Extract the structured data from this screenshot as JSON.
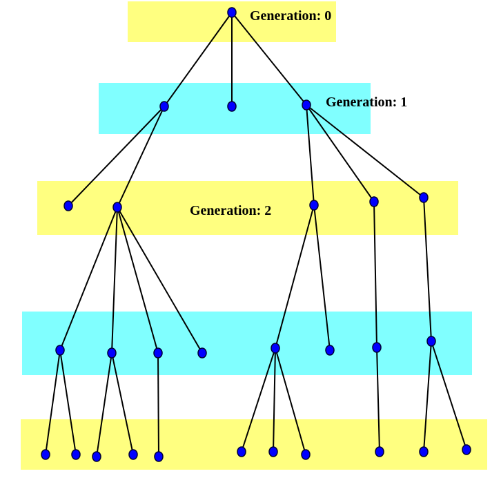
{
  "title": "Tree generations diagram",
  "colors": {
    "band_yellow": "#FFFF80",
    "band_cyan": "#80FFFF",
    "node_fill": "#0000FF",
    "node_stroke": "#000033",
    "edge": "#000000"
  },
  "bands": [
    {
      "generation": 0,
      "color": "yellow",
      "label": "Generation: 0"
    },
    {
      "generation": 1,
      "color": "cyan",
      "label": "Generation: 1"
    },
    {
      "generation": 2,
      "color": "yellow",
      "label": "Generation: 2"
    },
    {
      "generation": 3,
      "color": "cyan",
      "label": ""
    },
    {
      "generation": 4,
      "color": "yellow",
      "label": ""
    }
  ],
  "nodes": [
    {
      "id": "n0",
      "generation": 0
    },
    {
      "id": "n1a",
      "generation": 1,
      "parent": "n0"
    },
    {
      "id": "n1b",
      "generation": 1,
      "parent": "n0"
    },
    {
      "id": "n1c",
      "generation": 1,
      "parent": "n0"
    },
    {
      "id": "n2a",
      "generation": 2,
      "parent": "n1a"
    },
    {
      "id": "n2b",
      "generation": 2,
      "parent": "n1a"
    },
    {
      "id": "n2c",
      "generation": 2,
      "parent": "n1c"
    },
    {
      "id": "n2d",
      "generation": 2,
      "parent": "n1c"
    },
    {
      "id": "n2e",
      "generation": 2,
      "parent": "n1c"
    },
    {
      "id": "n3a",
      "generation": 3,
      "parent": "n2b"
    },
    {
      "id": "n3b",
      "generation": 3,
      "parent": "n2b"
    },
    {
      "id": "n3c",
      "generation": 3,
      "parent": "n2b"
    },
    {
      "id": "n3d",
      "generation": 3,
      "parent": "n2b"
    },
    {
      "id": "n3e",
      "generation": 3,
      "parent": "n2c"
    },
    {
      "id": "n3f",
      "generation": 3,
      "parent": "n2c"
    },
    {
      "id": "n3g",
      "generation": 3,
      "parent": "n2d"
    },
    {
      "id": "n3h",
      "generation": 3,
      "parent": "n2e"
    },
    {
      "id": "n4a",
      "generation": 4,
      "parent": "n3a"
    },
    {
      "id": "n4b",
      "generation": 4,
      "parent": "n3a"
    },
    {
      "id": "n4c",
      "generation": 4,
      "parent": "n3b"
    },
    {
      "id": "n4d",
      "generation": 4,
      "parent": "n3b"
    },
    {
      "id": "n4e",
      "generation": 4,
      "parent": "n3c"
    },
    {
      "id": "n4f",
      "generation": 4,
      "parent": "n3e"
    },
    {
      "id": "n4g",
      "generation": 4,
      "parent": "n3e"
    },
    {
      "id": "n4h",
      "generation": 4,
      "parent": "n3e"
    },
    {
      "id": "n4i",
      "generation": 4,
      "parent": "n3g"
    },
    {
      "id": "n4j",
      "generation": 4,
      "parent": "n3h"
    },
    {
      "id": "n4k",
      "generation": 4,
      "parent": "n3h"
    }
  ]
}
